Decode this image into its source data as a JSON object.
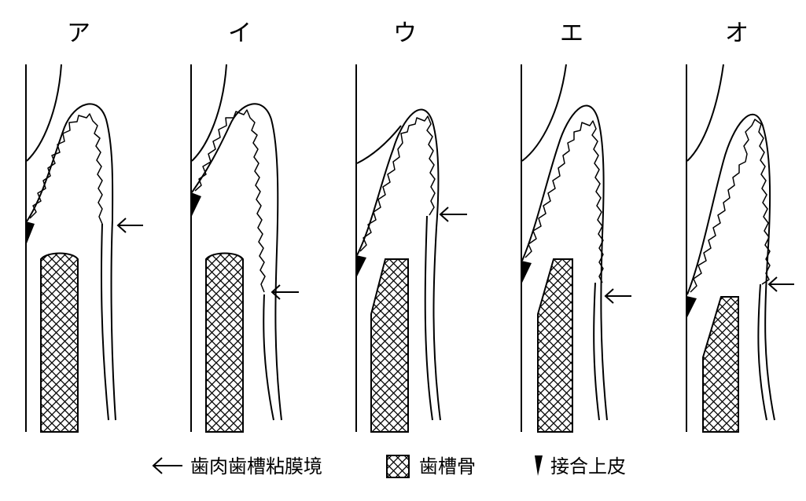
{
  "panels": [
    {
      "label": "ア"
    },
    {
      "label": "イ"
    },
    {
      "label": "ウ"
    },
    {
      "label": "エ"
    },
    {
      "label": "オ"
    }
  ],
  "legend": {
    "mgj": "歯肉歯槽粘膜境",
    "bone": "歯槽骨",
    "je": "接合上皮"
  },
  "colors": {
    "ink": "#000000",
    "paper": "#ffffff"
  }
}
